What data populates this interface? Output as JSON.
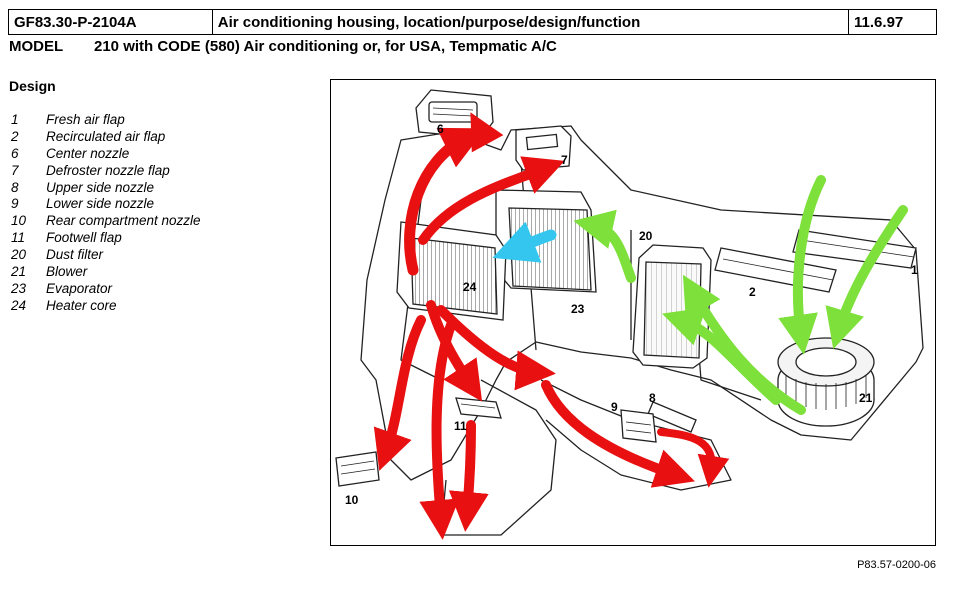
{
  "header": {
    "document_id": "GF83.30-P-2104A",
    "title": "Air conditioning housing, location/purpose/design/function",
    "date": "11.6.97"
  },
  "model": {
    "label": "MODEL",
    "text": "210 with CODE (580) Air conditioning or, for USA, Tempmatic A/C"
  },
  "section": {
    "heading": "Design"
  },
  "legend": [
    {
      "num": "1",
      "label": "Fresh air flap"
    },
    {
      "num": "2",
      "label": "Recirculated air flap"
    },
    {
      "num": "6",
      "label": "Center nozzle"
    },
    {
      "num": "7",
      "label": "Defroster nozzle flap"
    },
    {
      "num": "8",
      "label": "Upper side nozzle"
    },
    {
      "num": "9",
      "label": "Lower side nozzle"
    },
    {
      "num": "10",
      "label": "Rear compartment nozzle"
    },
    {
      "num": "11",
      "label": "Footwell flap"
    },
    {
      "num": "20",
      "label": "Dust filter"
    },
    {
      "num": "21",
      "label": "Blower"
    },
    {
      "num": "23",
      "label": "Evaporator"
    },
    {
      "num": "24",
      "label": "Heater core"
    }
  ],
  "figure": {
    "callouts": [
      "6",
      "7",
      "20",
      "1",
      "2",
      "24",
      "23",
      "21",
      "9",
      "8",
      "11",
      "10"
    ],
    "reference": "P83.57-0200-06",
    "colors": {
      "warm_air": "#e81010",
      "fresh_air": "#7ee03a",
      "cooled_air": "#34c6ee",
      "outline": "#222222"
    }
  }
}
